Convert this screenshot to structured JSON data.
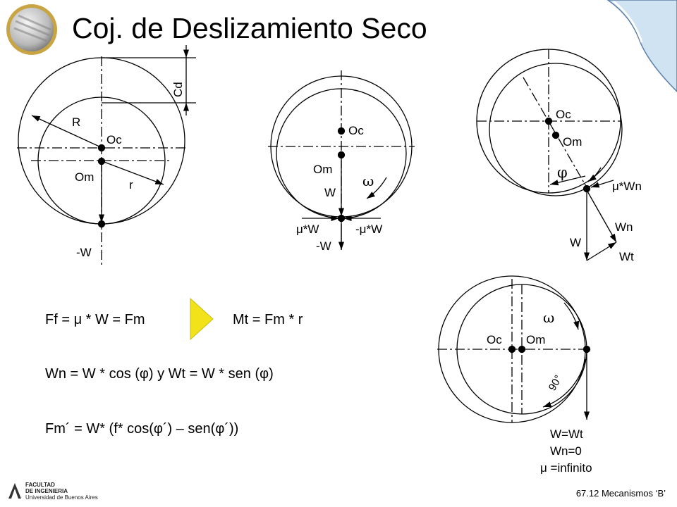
{
  "title": "Coj. de Deslizamiento Seco",
  "fig1": {
    "cd": "Cd",
    "R": "R",
    "oc": "Oc",
    "om": "Om",
    "r": "r",
    "minusW": "-W"
  },
  "fig2": {
    "oc": "Oc",
    "om": "Om",
    "omega": "ω",
    "W": "W",
    "muW": "μ*W",
    "minusMuW": "-μ*W",
    "minusW": "-W"
  },
  "fig3": {
    "oc": "Oc",
    "om": "Om",
    "phi": "φ",
    "muWn": "μ*Wn",
    "Wn": "Wn",
    "W": "W",
    "Wt": "Wt"
  },
  "fig4": {
    "omega": "ω",
    "oc": "Oc",
    "om": "Om",
    "angle": "90°",
    "l1": "W=Wt",
    "l2": "Wn=0",
    "l3": "μ =infinito"
  },
  "formulas": {
    "f1_left": "Ff = μ * W = Fm",
    "f1_right": "Mt = Fm * r",
    "f2": "Wn = W * cos (φ)  y  Wt = W * sen (φ)",
    "f3": "Fm´  = W* (f* cos(φ´) – sen(φ´))"
  },
  "colors": {
    "arrow": "#f2e21a",
    "ink": "#000000"
  },
  "logo": {
    "line1": "FACULTAD",
    "line2": "DE INGENIERIA",
    "line3": "Universidad de Buenos Aires"
  },
  "footer": "67.12 Mecanismos ‘B’"
}
